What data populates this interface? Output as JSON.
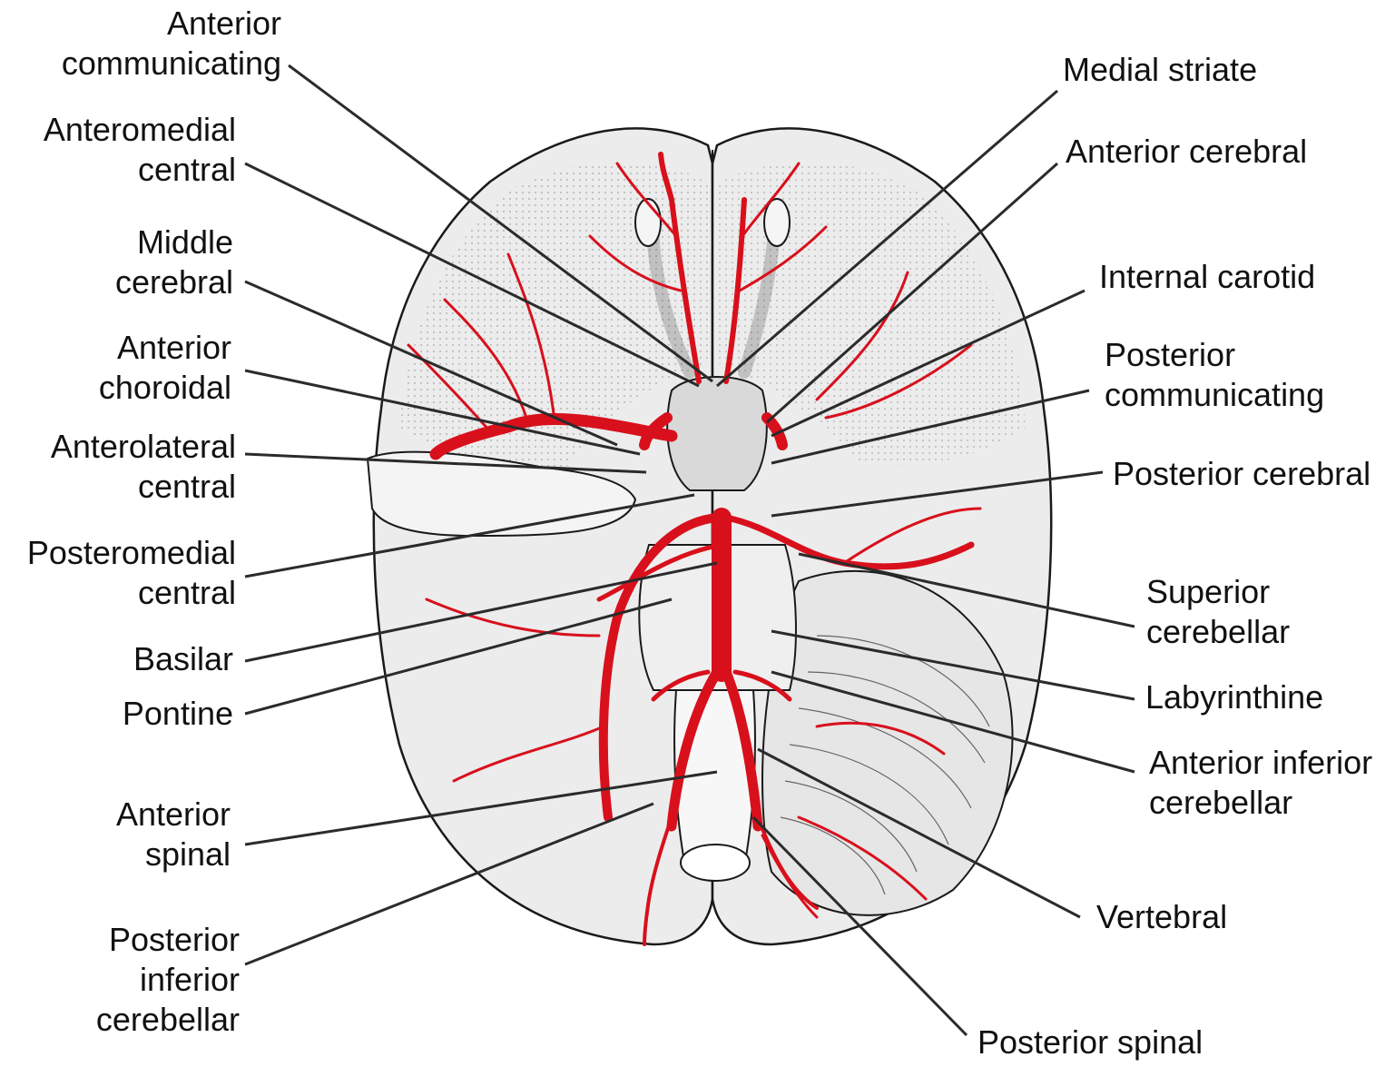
{
  "colors": {
    "artery": "#d8101c",
    "brain_fill": "#e9e9e9",
    "outline": "#1a1a1a",
    "leader": "#2b2b2b",
    "text": "#111111"
  },
  "labels_left": [
    {
      "id": "anterior-communicating",
      "lines": [
        "Anterior",
        "communicating"
      ]
    },
    {
      "id": "anteromedial-central",
      "lines": [
        "Anteromedial",
        "central"
      ]
    },
    {
      "id": "middle-cerebral",
      "lines": [
        "Middle",
        "cerebral"
      ]
    },
    {
      "id": "anterior-choroidal",
      "lines": [
        "Anterior",
        "choroidal"
      ]
    },
    {
      "id": "anterolateral-central",
      "lines": [
        "Anterolateral",
        "central"
      ]
    },
    {
      "id": "posteromedial-central",
      "lines": [
        "Posteromedial",
        "central"
      ]
    },
    {
      "id": "basilar",
      "lines": [
        "Basilar"
      ]
    },
    {
      "id": "pontine",
      "lines": [
        "Pontine"
      ]
    },
    {
      "id": "anterior-spinal",
      "lines": [
        "Anterior",
        "spinal"
      ]
    },
    {
      "id": "posterior-inferior-cerebellar",
      "lines": [
        "Posterior",
        "inferior",
        "cerebellar"
      ]
    }
  ],
  "labels_right": [
    {
      "id": "medial-striate",
      "lines": [
        "Medial striate"
      ]
    },
    {
      "id": "anterior-cerebral",
      "lines": [
        "Anterior cerebral"
      ]
    },
    {
      "id": "internal-carotid",
      "lines": [
        "Internal carotid"
      ]
    },
    {
      "id": "posterior-communicating",
      "lines": [
        "Posterior",
        "communicating"
      ]
    },
    {
      "id": "posterior-cerebral",
      "lines": [
        "Posterior cerebral"
      ]
    },
    {
      "id": "superior-cerebellar",
      "lines": [
        "Superior",
        "cerebellar"
      ]
    },
    {
      "id": "labyrinthine",
      "lines": [
        "Labyrinthine"
      ]
    },
    {
      "id": "anterior-inferior-cerebellar",
      "lines": [
        "Anterior inferior",
        "cerebellar"
      ]
    },
    {
      "id": "vertebral",
      "lines": [
        "Vertebral"
      ]
    },
    {
      "id": "posterior-spinal",
      "lines": [
        "Posterior spinal"
      ]
    }
  ]
}
